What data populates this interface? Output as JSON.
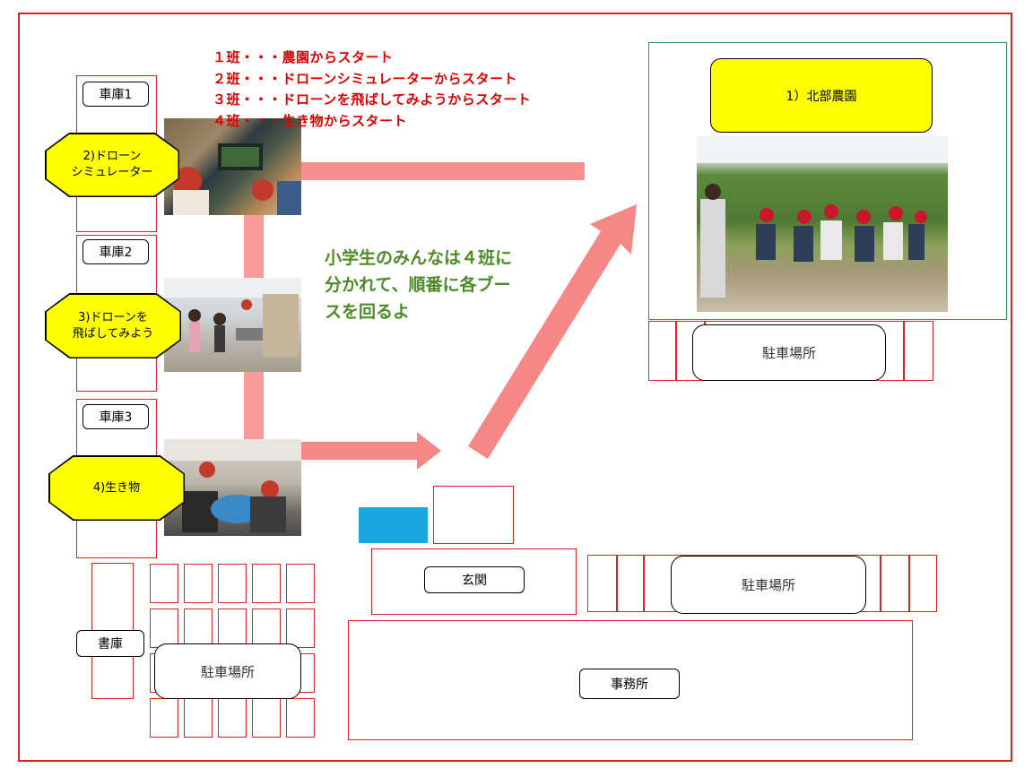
{
  "group_schedule": [
    "１班・・・農園からスタート",
    "２班・・・ドローンシミュレーターからスタート",
    "３班・・・ドローンを飛ばしてみようからスタート",
    "４班・・・生き物からスタート"
  ],
  "center_message": [
    "小学生のみんなは４班に",
    "分かれて、順番に各ブー",
    "スを回るよ"
  ],
  "garages": {
    "garage1": "車庫1",
    "garage2": "車庫2",
    "garage3": "車庫3"
  },
  "booths": {
    "booth1": "1）北部農園",
    "booth2_line1": "2)ドローン",
    "booth2_line2": "シミュレーター",
    "booth3_line1": "3)ドローンを",
    "booth3_line2": "飛ばしてみよう",
    "booth4": "4)生き物"
  },
  "parking": {
    "top_right": "駐車場所",
    "middle_right": "駐車場所",
    "bottom_left": "駐車場所"
  },
  "buildings": {
    "entrance": "玄関",
    "office": "事務所",
    "library": "書庫"
  },
  "colors": {
    "border_red": "#dd2222",
    "booth_yellow": "#ffff00",
    "arrow_pink": "#f47a7a",
    "text_red": "#e00000",
    "text_green": "#4f8a2a",
    "farm_frame_green": "#2a9a5a",
    "blue_block": "#1aa7e0"
  }
}
